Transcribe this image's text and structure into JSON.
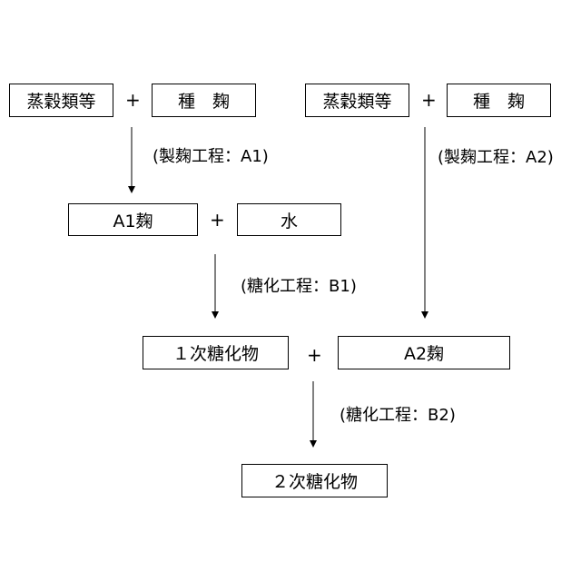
{
  "boxes": {
    "left_steamed": "蒸穀類等",
    "left_seed": "種　麹",
    "right_steamed": "蒸穀類等",
    "right_seed": "種　麹",
    "a1_koji": "A1麹",
    "water": "水",
    "primary": "１次糖化物",
    "a2_koji": "A2麹",
    "secondary": "２次糖化物"
  },
  "plus": "+",
  "processes": {
    "a1": "(製麹工程：A1)",
    "a2": "(製麹工程：A2)",
    "b1": "(糖化工程：B1)",
    "b2": "(糖化工程：B2)"
  }
}
